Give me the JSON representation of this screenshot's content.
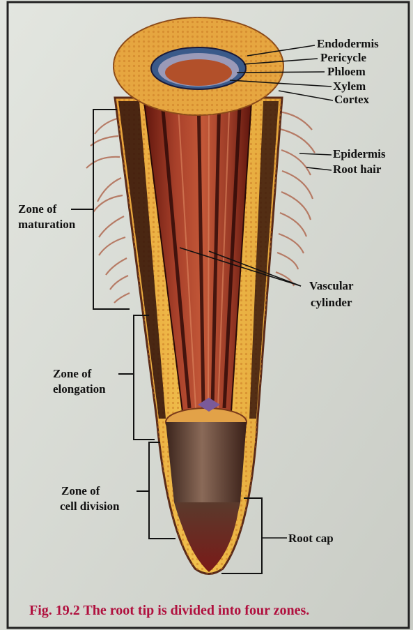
{
  "figure": {
    "caption": "Fig. 19.2 The root tip is divided into four zones.",
    "labels": {
      "endodermis": "Endodermis",
      "pericycle": "Pericycle",
      "phloem": "Phloem",
      "xylem": "Xylem",
      "cortex": "Cortex",
      "epidermis": "Epidermis",
      "root_hair": "Root hair",
      "vascular_line1": "Vascular",
      "vascular_line2": "cylinder",
      "maturation_line1": "Zone of",
      "maturation_line2": "maturation",
      "elongation_line1": "Zone of",
      "elongation_line2": "elongation",
      "division_line1": "Zone of",
      "division_line2": "cell division",
      "root_cap": "Root cap"
    },
    "colors": {
      "caption": "#b0103e",
      "cortex": "#d9a53a",
      "vascular": "#8a2a1a",
      "root_cap": "#5a3a2a"
    }
  }
}
